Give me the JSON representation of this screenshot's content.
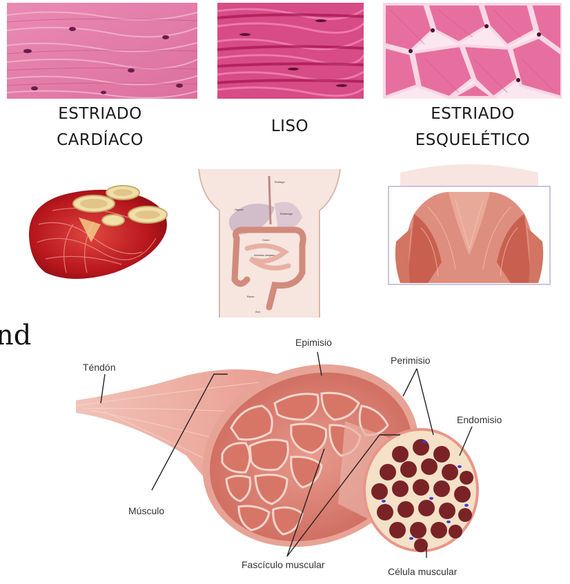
{
  "tissues": [
    {
      "line1": "ESTRIADO",
      "line2": "CARDÍACO"
    },
    {
      "line1": "LISO",
      "line2": ""
    },
    {
      "line1": "ESTRIADO",
      "line2": "ESQUELÉTICO"
    }
  ],
  "digestive_labels": {
    "esophagus": "Esófago",
    "liver": "Hígado",
    "stomach": "Estómago",
    "colon": "Colon",
    "small_intestine": "Intestino delgado",
    "rectum": "Recto",
    "anus": "Ano"
  },
  "partial_text": "nd",
  "muscle_diagram": {
    "tendon": "Téndón",
    "epimysium": "Epimisio",
    "perimysium": "Perimisio",
    "endomysium": "Endomisio",
    "muscle": "Músculo",
    "fascicle": "Fascículo muscular",
    "muscle_cell": "Célula muscular"
  },
  "colors": {
    "histology_pink": "#e07aa5",
    "smooth_magenta": "#c8326f",
    "muscle_red": "#d2605a",
    "heart_red": "#b3121b",
    "cell_dark": "#7a2327",
    "nucleus_blue": "#3b3bd6"
  }
}
